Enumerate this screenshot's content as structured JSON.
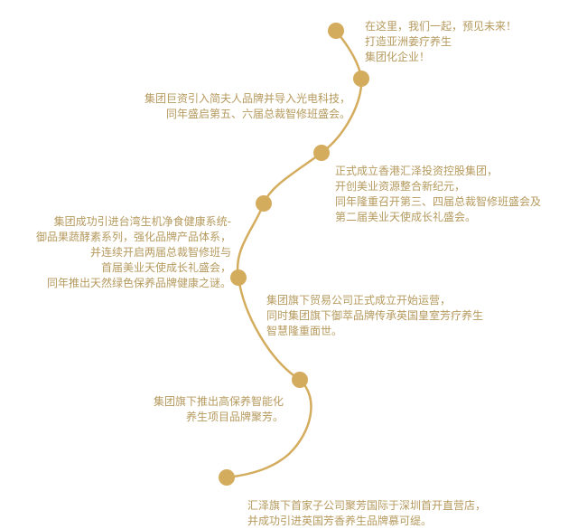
{
  "theme": {
    "accent": "#d4ac5e",
    "text": "#b69a5e",
    "background": "#ffffff"
  },
  "milestones": [
    {
      "lines": [
        "在这里，我们一起，预见未来！",
        "打造亚洲姜疗养生",
        "集团化企业！"
      ]
    },
    {
      "lines": [
        "集团巨资引入简夫人品牌并导入光电科技，",
        "同年盛启第五、六届总裁智修班盛会。"
      ]
    },
    {
      "lines": [
        "正式成立香港汇泽投资控股集团，",
        "开创美业资源整合新纪元，",
        "同年隆重召开第三、四届总裁智修班盛会及",
        "第二届美业天使成长礼盛会。"
      ]
    },
    {
      "lines": [
        "集团成功引进台湾生机净食健康系统-",
        "御品果蔬酵素系列，强化品牌产品体系，",
        "并连续开启两届总裁智修班与",
        "首届美业天使成长礼盛会，",
        "同年推出天然绿色保养品牌健康之谜。"
      ]
    },
    {
      "lines": [
        "集团旗下贸易公司正式成立开始运营，",
        "同时集团旗下御萃品牌传承英国皇室芳疗养生",
        "智慧隆重面世。"
      ]
    },
    {
      "lines": [
        "集团旗下推出高保养智能化",
        "养生项目品牌聚芳。"
      ]
    },
    {
      "lines": [
        "汇泽旗下首家子公司聚芳国际于深圳首开直营店，",
        "并成功引进英国芳香养生品牌慕可缇。"
      ]
    }
  ]
}
